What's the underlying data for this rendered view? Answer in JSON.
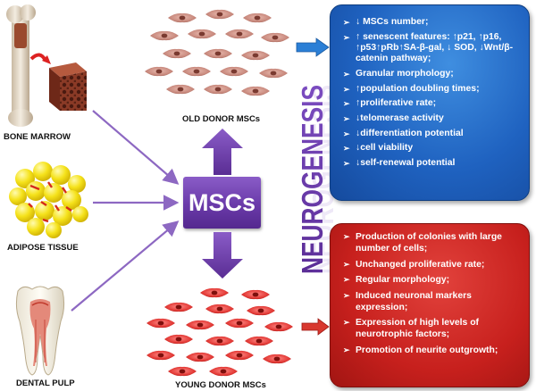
{
  "sources": [
    {
      "label": "BONE MARROW"
    },
    {
      "label": "ADIPOSE TISSUE"
    },
    {
      "label": "DENTAL PULP"
    }
  ],
  "center": {
    "label": "MSCs"
  },
  "donors": {
    "old": "OLD DONOR MSCs",
    "young": "YOUNG DONOR MSCs"
  },
  "vertical_title": "NEUROGENESIS",
  "colors": {
    "blue_panel": "#1f62c0",
    "red_panel": "#c7201d",
    "purple": "#6a3aa9",
    "arrow_blue": "#2b7fd6",
    "arrow_red": "#d8382f"
  },
  "old_panel": {
    "items": [
      "↓ MSCs number;",
      "↑ senescent features: ↑p21, ↑p16, ↑p53↑pRb↑SA-β-gal, ↓ SOD, ↓Wnt/β-catenin pathway;",
      "Granular morphology;",
      "↑population doubling times;",
      "↑proliferative rate;",
      "↓telomerase activity",
      "↓differentiation potential",
      "↓cell viability",
      "↓self-renewal potential"
    ]
  },
  "young_panel": {
    "items": [
      "Production of colonies with large number of cells;",
      "Unchanged proliferative rate;",
      "Regular morphology;",
      "Induced neuronal markers expression;",
      "Expression of high levels of neurotrophic factors;",
      "Promotion of neurite outgrowth;"
    ]
  }
}
